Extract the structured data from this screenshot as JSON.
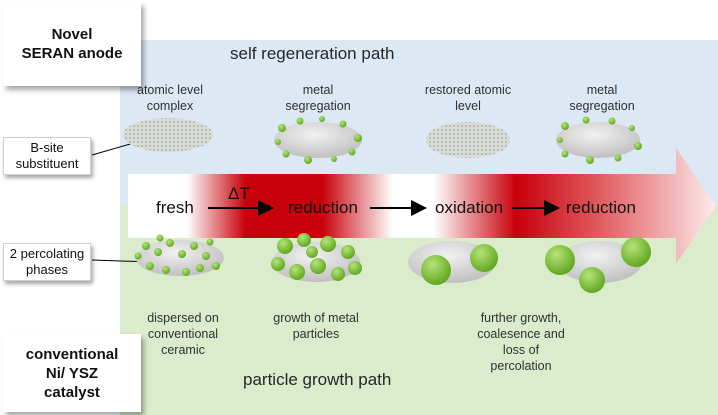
{
  "top_region": {
    "title": "self regeneration path",
    "labels": [
      "atomic level\ncomplex",
      "metal\nsegregation",
      "restored atomic\nlevel",
      "metal\nsegregation"
    ]
  },
  "bottom_region": {
    "title": "particle growth path",
    "labels": [
      "dispersed on\nconventional\nceramic",
      "growth of metal\nparticles",
      "further growth,\ncoalesence  and\nloss of\npercolation"
    ]
  },
  "side_boxes": {
    "top": "Novel\nSERAN anode",
    "bottom": "conventional\nNi/ YSZ\ncatalyst",
    "b_site": "B-site\nsubstituent",
    "percolating": "2 percolating\nphases"
  },
  "process_arrow": {
    "stages": [
      "fresh",
      "reduction",
      "oxidation",
      "reduction"
    ],
    "delta_label": "ΔT"
  },
  "colors": {
    "top_band": "#dde8f5",
    "bottom_band": "#dbeccc",
    "arrow_red": "#c8000a",
    "particle_green": "#7cc23a",
    "particle_fill": "#cfcfcf"
  }
}
